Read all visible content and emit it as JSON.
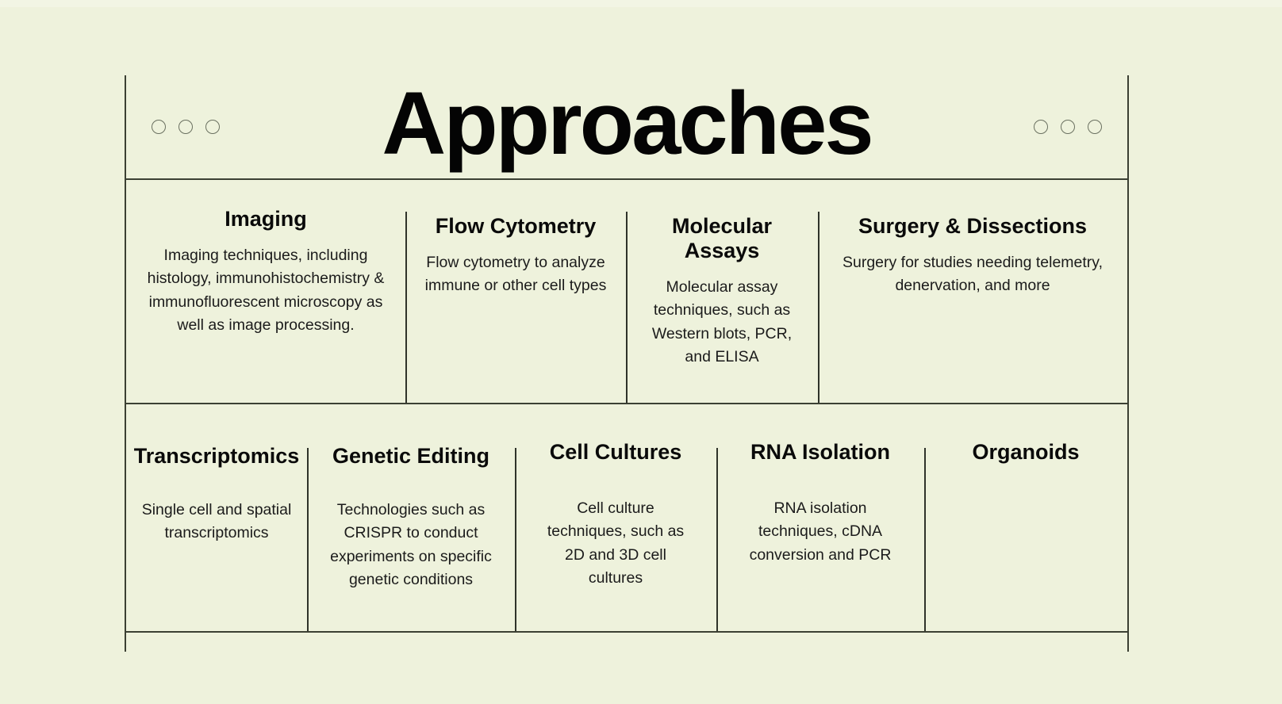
{
  "page": {
    "background_color": "#eef2dc",
    "rule_color": "#3b4033",
    "text_color": "#0a0a0a"
  },
  "header": {
    "title": "Approaches",
    "left_dots": [
      "dot-1",
      "dot-2",
      "dot-3"
    ],
    "right_dots": [
      "dot-1",
      "dot-2",
      "dot-3"
    ]
  },
  "rows": [
    {
      "name": "top-row",
      "cards": [
        {
          "title": "Imaging",
          "description": "Imaging techniques, including histology, immunohistochemistry & immunofluorescent microscopy as well as image processing."
        },
        {
          "title": "Flow Cytometry",
          "description": "Flow cytometry to analyze immune or other cell types"
        },
        {
          "title": "Molecular Assays",
          "description": "Molecular assay techniques, such as Western blots, PCR, and ELISA"
        },
        {
          "title": "Surgery & Dissections",
          "description": "Surgery for studies needing telemetry, denervation, and more"
        }
      ]
    },
    {
      "name": "bottom-row",
      "cards": [
        {
          "title": "Transcriptomics",
          "description": "Single cell and spatial transcriptomics"
        },
        {
          "title": "Genetic Editing",
          "description": "Technologies such as CRISPR to conduct experiments on specific genetic conditions"
        },
        {
          "title": "Cell Cultures",
          "description": "Cell culture techniques, such as 2D and 3D cell cultures"
        },
        {
          "title": "RNA Isolation",
          "description": "RNA isolation techniques, cDNA conversion and PCR"
        },
        {
          "title": "Organoids",
          "description": ""
        }
      ]
    }
  ]
}
